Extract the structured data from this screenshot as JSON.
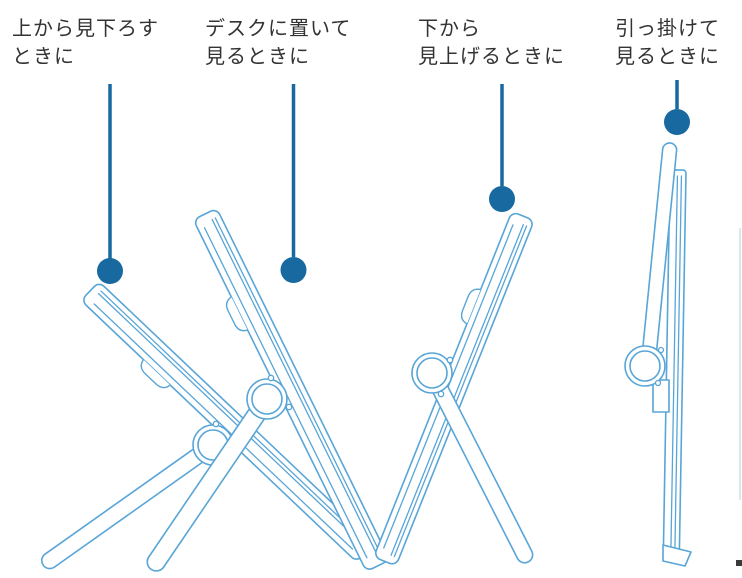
{
  "diagram": {
    "annotations": [
      {
        "label_line1": "上から見下ろす",
        "label_line2": "ときに",
        "illustration": "stand-reclined-for-looking-down-from-above"
      },
      {
        "label_line1": "デスクに置いて",
        "label_line2": "見るときに",
        "illustration": "stand-angled-placed-on-desk"
      },
      {
        "label_line1": "下から",
        "label_line2": "見上げるときに",
        "illustration": "stand-upright-for-looking-up-from-below"
      },
      {
        "label_line1": "引っ掛けて",
        "label_line2": "見るときに",
        "illustration": "stand-folded-flat-for-hanging"
      }
    ],
    "colors": {
      "pointer": "#1769a0",
      "line_art": "#58a5d7",
      "label_text": "#333333",
      "background": "#ffffff"
    }
  }
}
